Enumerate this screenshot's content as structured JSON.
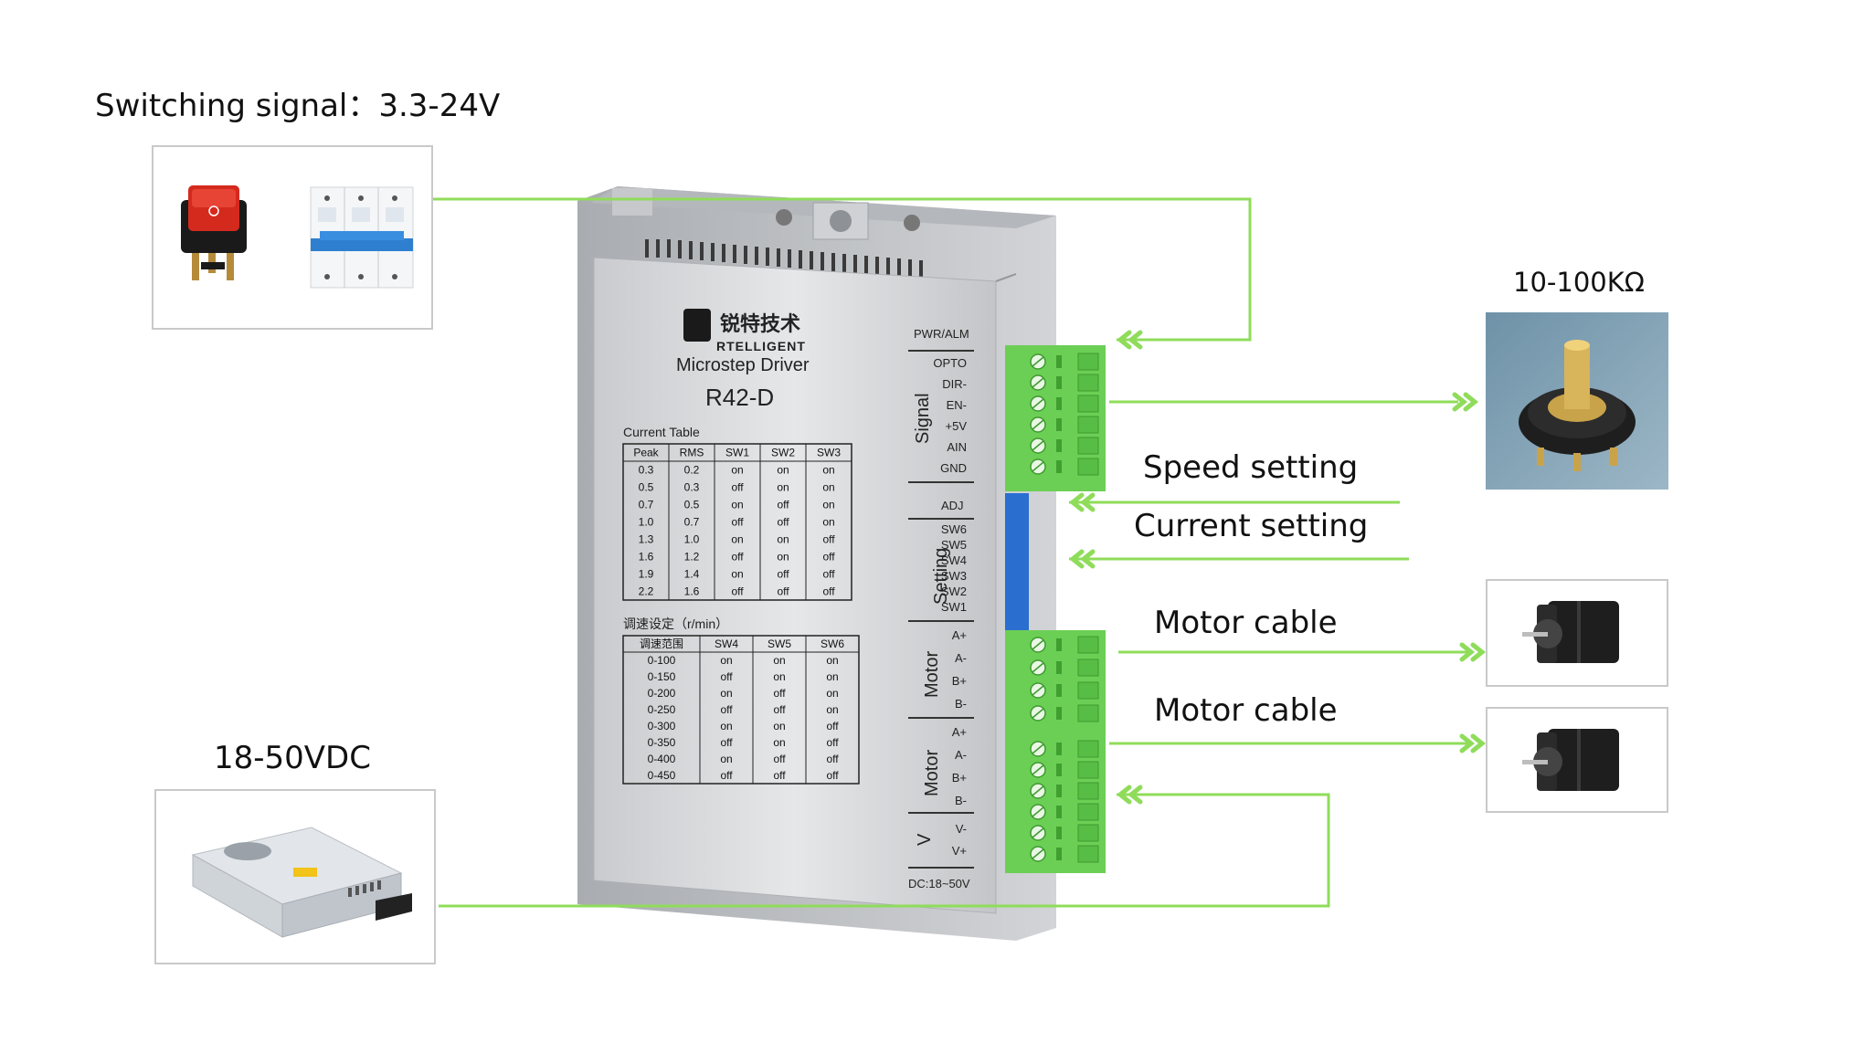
{
  "labels": {
    "switching_signal": "Switching signal：3.3-24V",
    "potentiometer": "10-100KΩ",
    "speed_setting": "Speed setting",
    "current_setting": "Current setting",
    "motor_cable_1": "Motor cable",
    "motor_cable_2": "Motor cable",
    "power_supply": "18-50VDC"
  },
  "driver": {
    "brand_cn": "锐特技术",
    "brand_en": "RTELLIGENT",
    "product": "Microstep Driver",
    "model": "R42-D",
    "current_table_title": "Current Table",
    "current_table_headers": [
      "Peak",
      "RMS",
      "SW1",
      "SW2",
      "SW3"
    ],
    "current_table_rows": [
      [
        "0.3",
        "0.2",
        "on",
        "on",
        "on"
      ],
      [
        "0.5",
        "0.3",
        "off",
        "on",
        "on"
      ],
      [
        "0.7",
        "0.5",
        "on",
        "off",
        "on"
      ],
      [
        "1.0",
        "0.7",
        "off",
        "off",
        "on"
      ],
      [
        "1.3",
        "1.0",
        "on",
        "on",
        "off"
      ],
      [
        "1.6",
        "1.2",
        "off",
        "on",
        "off"
      ],
      [
        "1.9",
        "1.4",
        "on",
        "off",
        "off"
      ],
      [
        "2.2",
        "1.6",
        "off",
        "off",
        "off"
      ]
    ],
    "speed_table_title": "调速设定（r/min）",
    "speed_table_headers": [
      "调速范围",
      "SW4",
      "SW5",
      "SW6"
    ],
    "speed_table_rows": [
      [
        "0-100",
        "on",
        "on",
        "on"
      ],
      [
        "0-150",
        "off",
        "on",
        "on"
      ],
      [
        "0-200",
        "on",
        "off",
        "on"
      ],
      [
        "0-250",
        "off",
        "off",
        "on"
      ],
      [
        "0-300",
        "on",
        "on",
        "off"
      ],
      [
        "0-350",
        "off",
        "on",
        "off"
      ],
      [
        "0-400",
        "on",
        "off",
        "off"
      ],
      [
        "0-450",
        "off",
        "off",
        "off"
      ]
    ],
    "pwr_alm": "PWR/ALM",
    "signal_group": "Signal",
    "signal_pins": [
      "OPTO",
      "DIR-",
      "EN-",
      "+5V",
      "AIN",
      "GND"
    ],
    "adj": "ADJ",
    "setting_group": "Setting",
    "setting_pins": [
      "SW6",
      "SW5",
      "SW4",
      "SW3",
      "SW2",
      "SW1"
    ],
    "motor_group": "Motor",
    "motor_pins": [
      "A+",
      "A-",
      "B+",
      "B-"
    ],
    "power_group": "V",
    "power_pins": [
      "V-",
      "V+"
    ],
    "dc_rating": "DC:18~50V"
  },
  "colors": {
    "wire": "#8fdc5a",
    "arrow": "#8fdc5a",
    "terminal": "#6ccf55",
    "driver_body": "#d9dadd"
  }
}
